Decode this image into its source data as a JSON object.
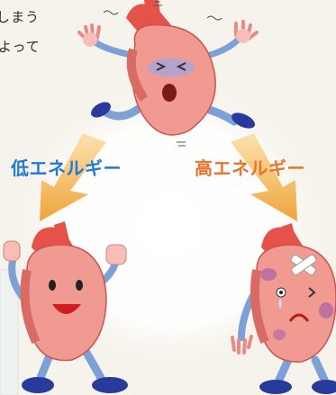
{
  "text_lines": [
    "しまう",
    "よって"
  ],
  "labels": {
    "low_energy": "低エネルギー",
    "high_energy": "高エネルギー"
  },
  "colors": {
    "low_energy": "#1e7bd4",
    "high_energy": "#e8742a",
    "arrow": "#f2b348",
    "heart": "#f09a92",
    "aorta": "#e5524a",
    "limb": "#7da1d6",
    "shoe": "#283a9c"
  },
  "icons": [
    "shocked-heart-character",
    "happy-heart-character",
    "injured-heart-character",
    "arrow-down-left-icon",
    "arrow-down-right-icon",
    "bandage-icon"
  ]
}
